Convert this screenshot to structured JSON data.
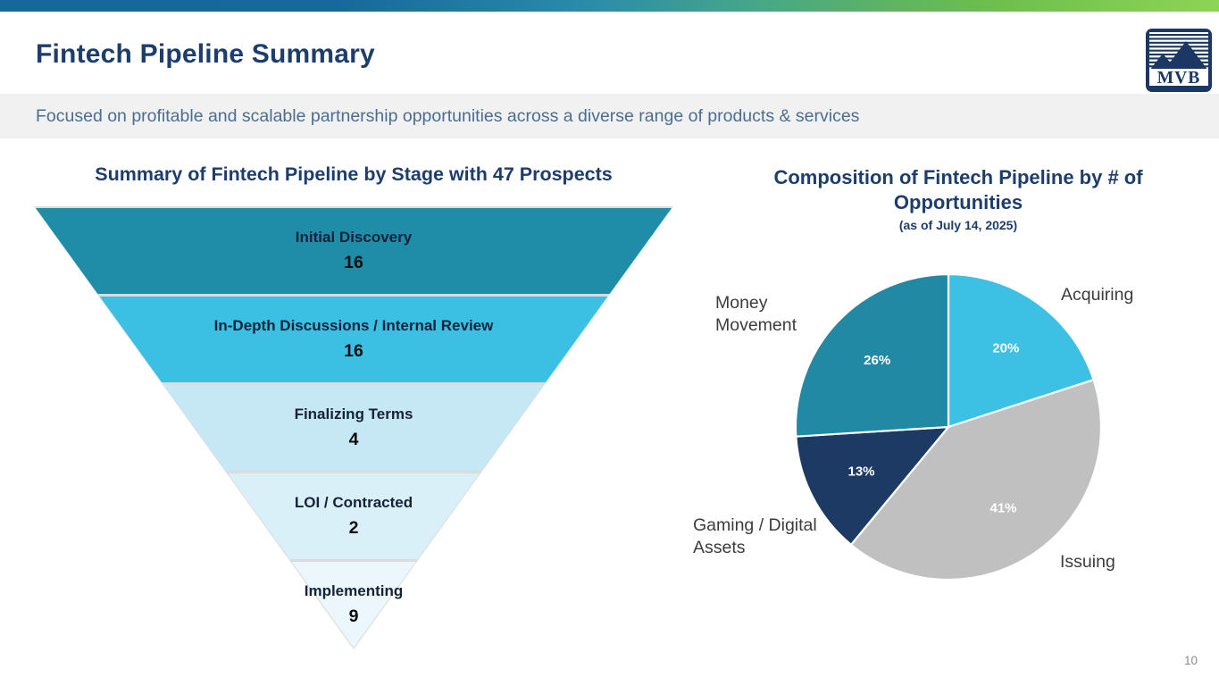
{
  "slide": {
    "title": "Fintech Pipeline Summary",
    "subtitle": "Focused on profitable and scalable partnership opportunities across a diverse range of products & services",
    "page_number": "10",
    "logo_text": "MVB"
  },
  "colors": {
    "heading_navy": "#1d3e6d",
    "subtitle_text": "#4a6d92",
    "subtitle_band_bg": "#f1f1f2",
    "topbar_gradient_left": "#15689b",
    "topbar_gradient_right": "#8ed455",
    "logo_navy": "#1b3764",
    "funnel_text": "#152238",
    "pie_value_text": "#ffffff",
    "pie_category_text": "#3c3c3c"
  },
  "chart_data": [
    {
      "type": "funnel",
      "title": "Summary of Fintech Pipeline by Stage with 47 Prospects",
      "total_prospects": 47,
      "orientation": "inverted-triangle",
      "stages": [
        {
          "label": "Initial Discovery",
          "value": 16,
          "color": "#1f8da7"
        },
        {
          "label": "In-Depth Discussions / Internal Review",
          "value": 16,
          "color": "#3bbfe2"
        },
        {
          "label": "Finalizing Terms",
          "value": 4,
          "color": "#c6e8f5"
        },
        {
          "label": "LOI / Contracted",
          "value": 2,
          "color": "#d9f0f9"
        },
        {
          "label": "Implementing",
          "value": 9,
          "color": "#ebf7fc"
        }
      ]
    },
    {
      "type": "pie",
      "title": "Composition of Fintech Pipeline by # of Opportunities",
      "subtitle": "(as of July 14, 2025)",
      "start_angle_deg": 0,
      "direction": "clockwise",
      "legend_position": "outside-labels",
      "slices": [
        {
          "label": "Acquiring",
          "value_pct": 20,
          "color": "#3cc0e4"
        },
        {
          "label": "Issuing",
          "value_pct": 41,
          "color": "#c0c0c1"
        },
        {
          "label": "Gaming / Digital Assets",
          "value_pct": 13,
          "color": "#1c3a64"
        },
        {
          "label": "Money Movement",
          "value_pct": 26,
          "color": "#2189a4"
        }
      ]
    }
  ]
}
